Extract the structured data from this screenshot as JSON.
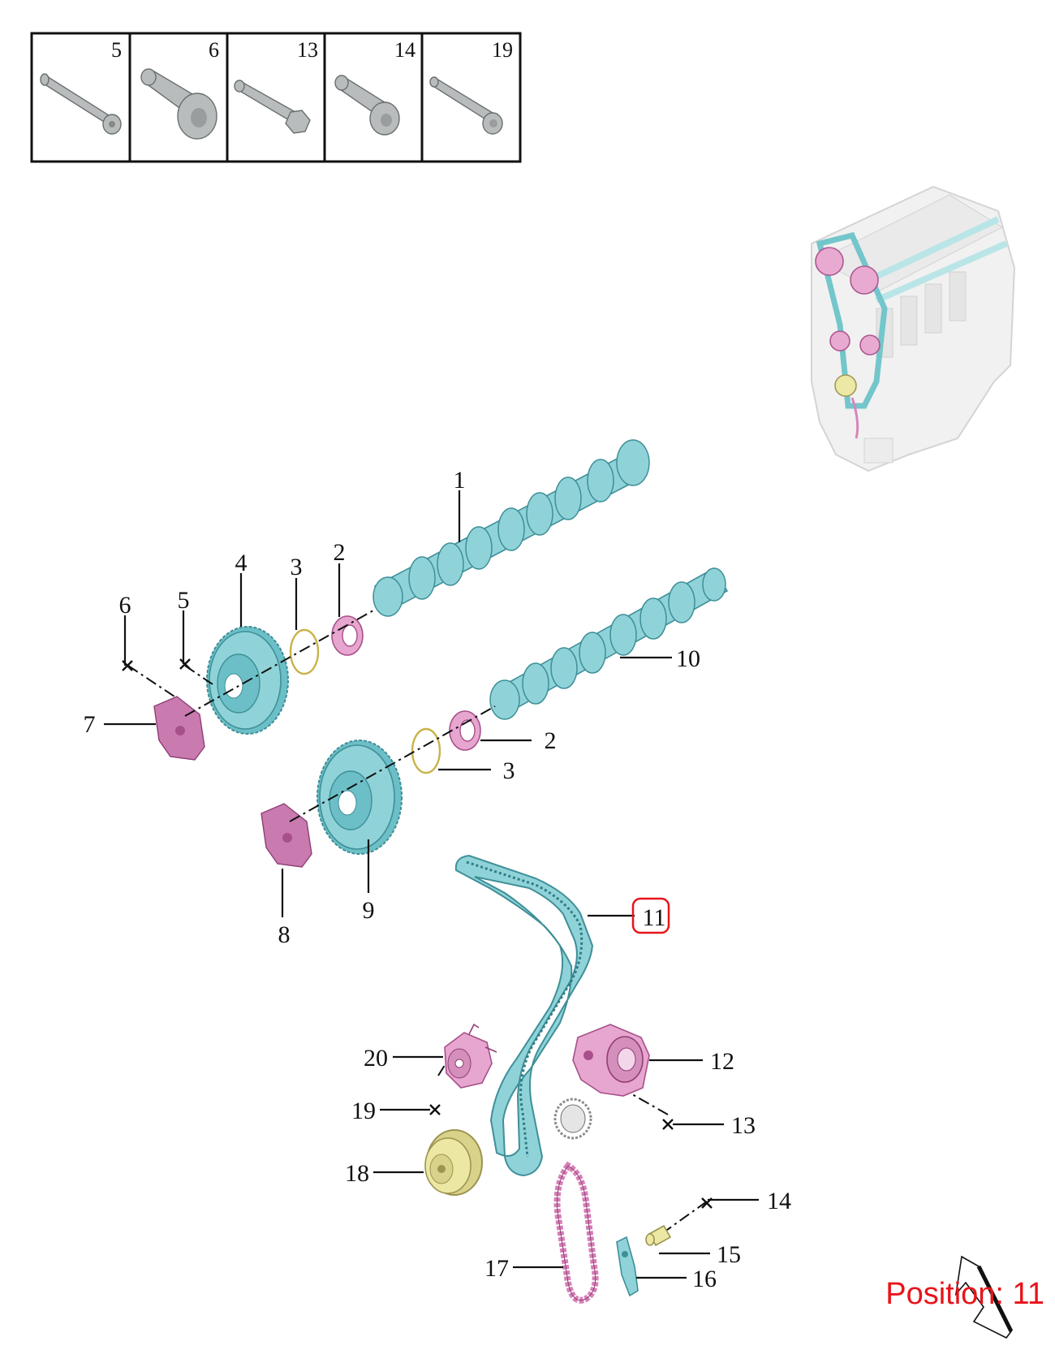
{
  "legend_box": {
    "cells": [
      {
        "number": "5",
        "icon": "long-bolt-icon"
      },
      {
        "number": "6",
        "icon": "flange-bolt-icon"
      },
      {
        "number": "13",
        "icon": "hex-bolt-icon"
      },
      {
        "number": "14",
        "icon": "torx-bolt-icon"
      },
      {
        "number": "19",
        "icon": "flange-bolt-icon"
      }
    ]
  },
  "callouts": {
    "c1": "1",
    "c2a": "2",
    "c2b": "2",
    "c3a": "3",
    "c3b": "3",
    "c4": "4",
    "c5": "5",
    "c6": "6",
    "c7": "7",
    "c8": "8",
    "c9": "9",
    "c10": "10",
    "c11": "11",
    "c12": "12",
    "c13": "13",
    "c14": "14",
    "c15": "15",
    "c16": "16",
    "c17": "17",
    "c18": "18",
    "c19": "19",
    "c20": "20"
  },
  "highlighted_position": "11",
  "position_label": "Position: 11",
  "colors": {
    "teal": "#8fd3d8",
    "pink": "#e7a6cf",
    "yellow": "#ece7a2",
    "highlight": "#e8141b"
  }
}
